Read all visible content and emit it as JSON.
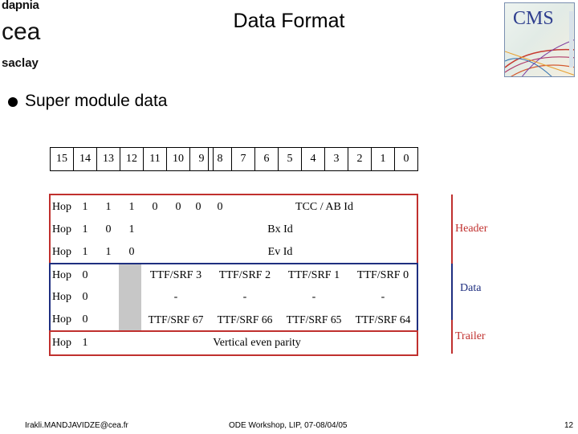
{
  "logo": {
    "line1": "dapnia",
    "line2": "cea",
    "line3": "saclay"
  },
  "title": "Data Format",
  "cms_logo": "CMS",
  "bullet": "Super module data",
  "bits": [
    "15",
    "14",
    "13",
    "12",
    "11",
    "10",
    "9",
    "8",
    "7",
    "6",
    "5",
    "4",
    "3",
    "2",
    "1",
    "0"
  ],
  "rows": [
    {
      "hop": "Hop",
      "b14": "1",
      "b13": "1",
      "b12": "1",
      "b11": "0",
      "b10": "0",
      "b9": "0",
      "b8": "0",
      "field": "TCC / AB Id"
    },
    {
      "hop": "Hop",
      "b14": "1",
      "b13": "0",
      "b12": "1",
      "field": "Bx Id"
    },
    {
      "hop": "Hop",
      "b14": "1",
      "b13": "1",
      "b12": "0",
      "field": "Ev Id"
    },
    {
      "hop": "Hop",
      "b14": "0",
      "f3": "TTF/SRF 3",
      "f2": "TTF/SRF 2",
      "f1": "TTF/SRF 1",
      "f0": "TTF/SRF 0"
    },
    {
      "hop": "Hop",
      "b14": "0",
      "f3": "-",
      "f2": "-",
      "f1": "-",
      "f0": "-"
    },
    {
      "hop": "Hop",
      "b14": "0",
      "f3": "TTF/SRF 67",
      "f2": "TTF/SRF 66",
      "f1": "TTF/SRF 65",
      "f0": "TTF/SRF 64"
    },
    {
      "hop": "Hop",
      "b14": "1",
      "field": "Vertical even parity"
    }
  ],
  "labels": {
    "header": "Header",
    "data": "Data",
    "trailer": "Trailer"
  },
  "colors": {
    "header": "#c0302e",
    "data": "#1f2f80",
    "trailer": "#c0302e",
    "grey": "#c7c7c7"
  },
  "footer": {
    "email": "Irakli.MANDJAVIDZE@cea.fr",
    "event": "ODE Workshop, LIP, 07-08/04/05",
    "page": "12"
  }
}
